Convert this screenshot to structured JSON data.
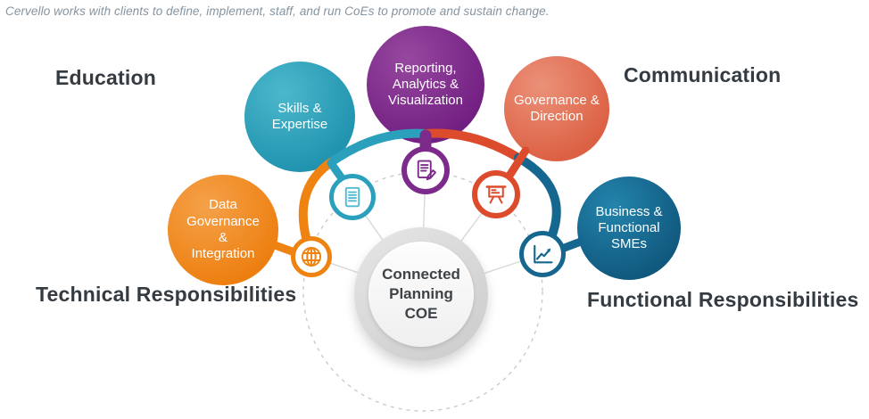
{
  "caption": "Cervello works with clients to define, implement, staff, and run CoEs to promote and sustain change.",
  "quadrant_labels": {
    "top_left": "Education",
    "top_right": "Communication",
    "bottom_left": "Technical Responsibilities",
    "bottom_right": "Functional Responsibilities"
  },
  "center": {
    "label": "Connected\nPlanning\nCOE"
  },
  "nodes": [
    {
      "id": "data-governance-integration",
      "label": "Data\nGovernance\n&\nIntegration",
      "color": "#EE8312",
      "icon": "globe-icon"
    },
    {
      "id": "skills-expertise",
      "label": "Skills &\nExpertise",
      "color": "#2AA0BC",
      "icon": "document-icon"
    },
    {
      "id": "reporting-analytics-visualization",
      "label": "Reporting,\nAnalytics &\nVisualization",
      "color": "#7C2B8A",
      "icon": "document-edit-icon"
    },
    {
      "id": "governance-direction",
      "label": "Governance &\nDirection",
      "color": "#DF6448",
      "icon": "presentation-icon"
    },
    {
      "id": "business-functional-smes",
      "label": "Business &\nFunctional\nSMEs",
      "color": "#15678F",
      "icon": "line-chart-icon"
    }
  ],
  "colors": {
    "orange": "#EE8312",
    "teal": "#2AA0BC",
    "purple": "#7C2B8A",
    "coral": "#DF6448",
    "red_accent": "#DC4B2B",
    "dark_blue": "#15678F",
    "hub_ring": "#D6D6D6",
    "hub_fill": "#F5F5F5",
    "dashed_guide": "#CBCBCB",
    "heading_text": "#343B41",
    "caption_text": "#8494A0"
  }
}
